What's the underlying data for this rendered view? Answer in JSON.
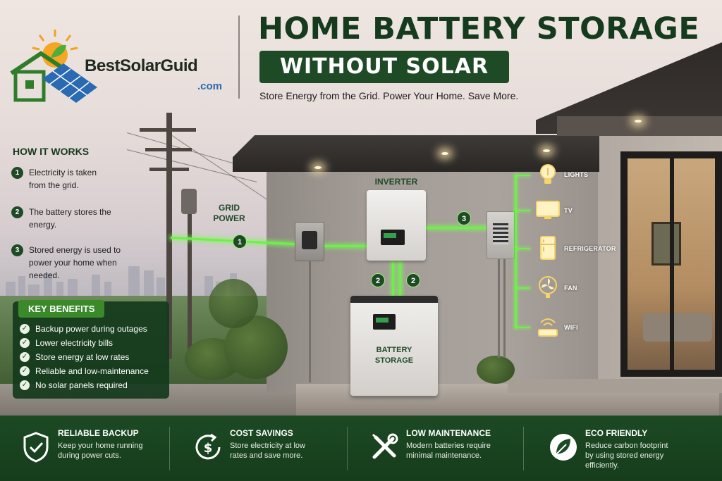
{
  "header": {
    "logo_text": "BestSolarGuid",
    "logo_domain": ".com",
    "title": "HOME BATTERY STORAGE",
    "subtitle": "WITHOUT SOLAR",
    "tagline": "Store Energy from the Grid. Power Your Home. Save More."
  },
  "how_it_works": {
    "title": "HOW IT WORKS",
    "steps": [
      {
        "num": "1",
        "text": "Electricity is taken from the grid."
      },
      {
        "num": "2",
        "text": "The battery stores the energy."
      },
      {
        "num": "3",
        "text": "Stored energy is used to power your home when needed."
      }
    ]
  },
  "key_benefits": {
    "title": "KEY BENEFITS",
    "items": [
      "Backup power during outages",
      "Lower electricity bills",
      "Store energy at low rates",
      "Reliable and low-maintenance",
      "No solar panels required"
    ],
    "check_glyph": "✓"
  },
  "diagram": {
    "grid_label_1": "GRID",
    "grid_label_2": "POWER",
    "inverter_label": "INVERTER",
    "battery_label_1": "BATTERY",
    "battery_label_2": "STORAGE",
    "flow_numbers": {
      "grid": "1",
      "store_left": "2",
      "store_right": "2",
      "home": "3"
    },
    "appliances": [
      {
        "label": "LIGHTS",
        "icon": "lightbulb-icon"
      },
      {
        "label": "TV",
        "icon": "tv-icon"
      },
      {
        "label": "REFRIGERATOR",
        "icon": "refrigerator-icon"
      },
      {
        "label": "FAN",
        "icon": "fan-icon"
      },
      {
        "label": "WIFI",
        "icon": "wifi-router-icon"
      }
    ],
    "flow_color": "#6ef04a"
  },
  "footer": {
    "features": [
      {
        "title": "RELIABLE BACKUP",
        "desc": "Keep your home running during power cuts.",
        "icon": "shield-check-icon"
      },
      {
        "title": "COST SAVINGS",
        "desc": "Store electricity at low rates and save more.",
        "icon": "dollar-cycle-icon"
      },
      {
        "title": "LOW MAINTENANCE",
        "desc": "Modern batteries require minimal maintenance.",
        "icon": "tools-icon"
      },
      {
        "title": "ECO FRIENDLY",
        "desc": "Reduce carbon footprint by using stored energy efficiently.",
        "icon": "leaf-icon"
      }
    ]
  },
  "colors": {
    "brand_green": "#1f4a26",
    "accent_green": "#3a8a2a",
    "logo_blue": "#2a6ab3"
  }
}
